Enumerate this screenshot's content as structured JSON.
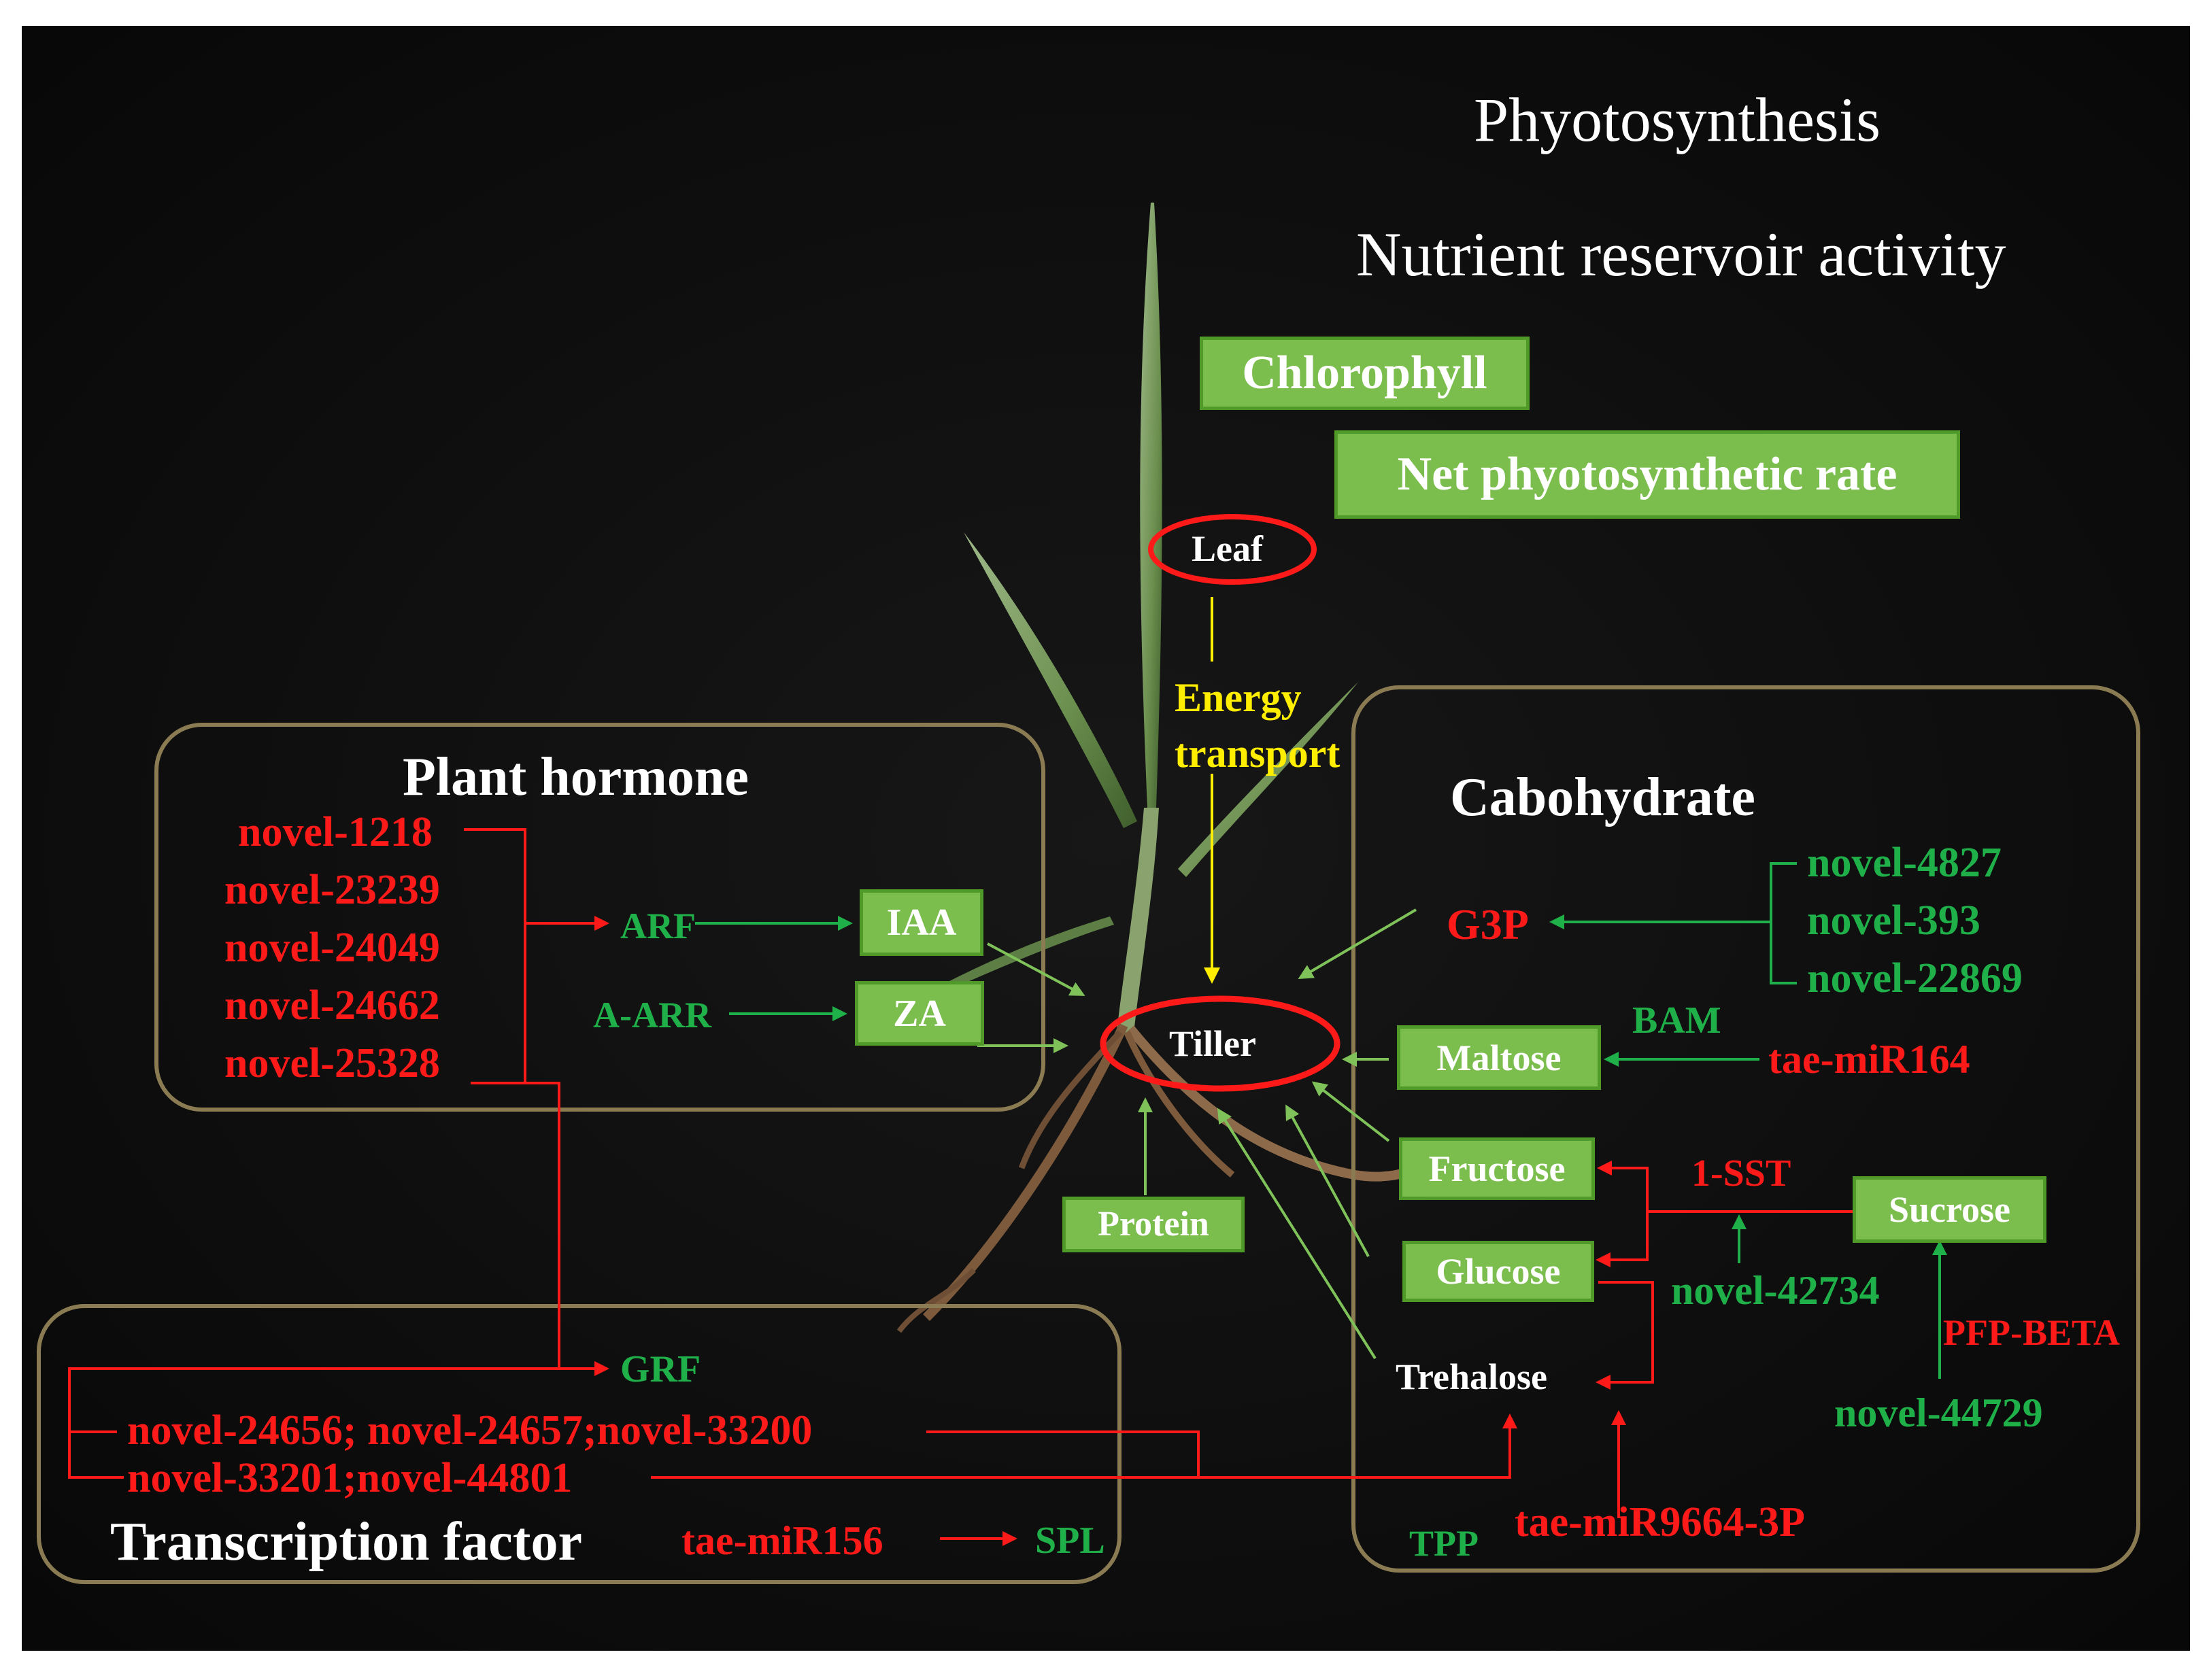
{
  "header": {
    "line1": "Phyotosynthesis",
    "line2": "Nutrient reservoir activity"
  },
  "leaf_boxes": {
    "chlorophyll": "Chlorophyll",
    "net_rate": "Net phyotosynthetic rate"
  },
  "organs": {
    "leaf": "Leaf",
    "tiller": "Tiller",
    "energy_line1": "Energy",
    "energy_line2": "transport"
  },
  "hormone": {
    "title": "Plant hormone",
    "mirnas": [
      "novel-1218",
      "novel-23239",
      "novel-24049",
      "novel-24662",
      "novel-25328"
    ],
    "arf": "ARF",
    "iaa": "IAA",
    "a_arr": "A-ARR",
    "za": "ZA"
  },
  "protein": "Protein",
  "carbohydrate": {
    "title": "Cabohydrate",
    "g3p": "G3P",
    "g3p_mirnas": [
      "novel-4827",
      "novel-393",
      "novel-22869"
    ],
    "bam": "BAM",
    "mir164": "tae-miR164",
    "maltose": "Maltose",
    "fructose": "Fructose",
    "one_sst": "1-SST",
    "sucrose": "Sucrose",
    "glucose": "Glucose",
    "novel_42734": "novel-42734",
    "pfp_beta": "PFP-BETA",
    "trehalose": "Trehalose",
    "novel_44729": "novel-44729",
    "tpp": "TPP",
    "mir9664": "tae-miR9664-3P"
  },
  "transcription": {
    "title": "Transcription factor",
    "grf": "GRF",
    "mirnas_line1": "novel-24656; novel-24657;novel-33200",
    "mirnas_line2": "novel-33201;novel-44801",
    "mir156": "tae-miR156",
    "spl": "SPL"
  },
  "colors": {
    "background": "#0d0d0d",
    "mirna_red": "#ff1a1a",
    "gene_green": "#1fb04a",
    "box_fill": "#7cbe4e",
    "box_border": "#4f9a28",
    "panel_border": "#8a7b52",
    "energy_yellow": "#ffee00"
  }
}
